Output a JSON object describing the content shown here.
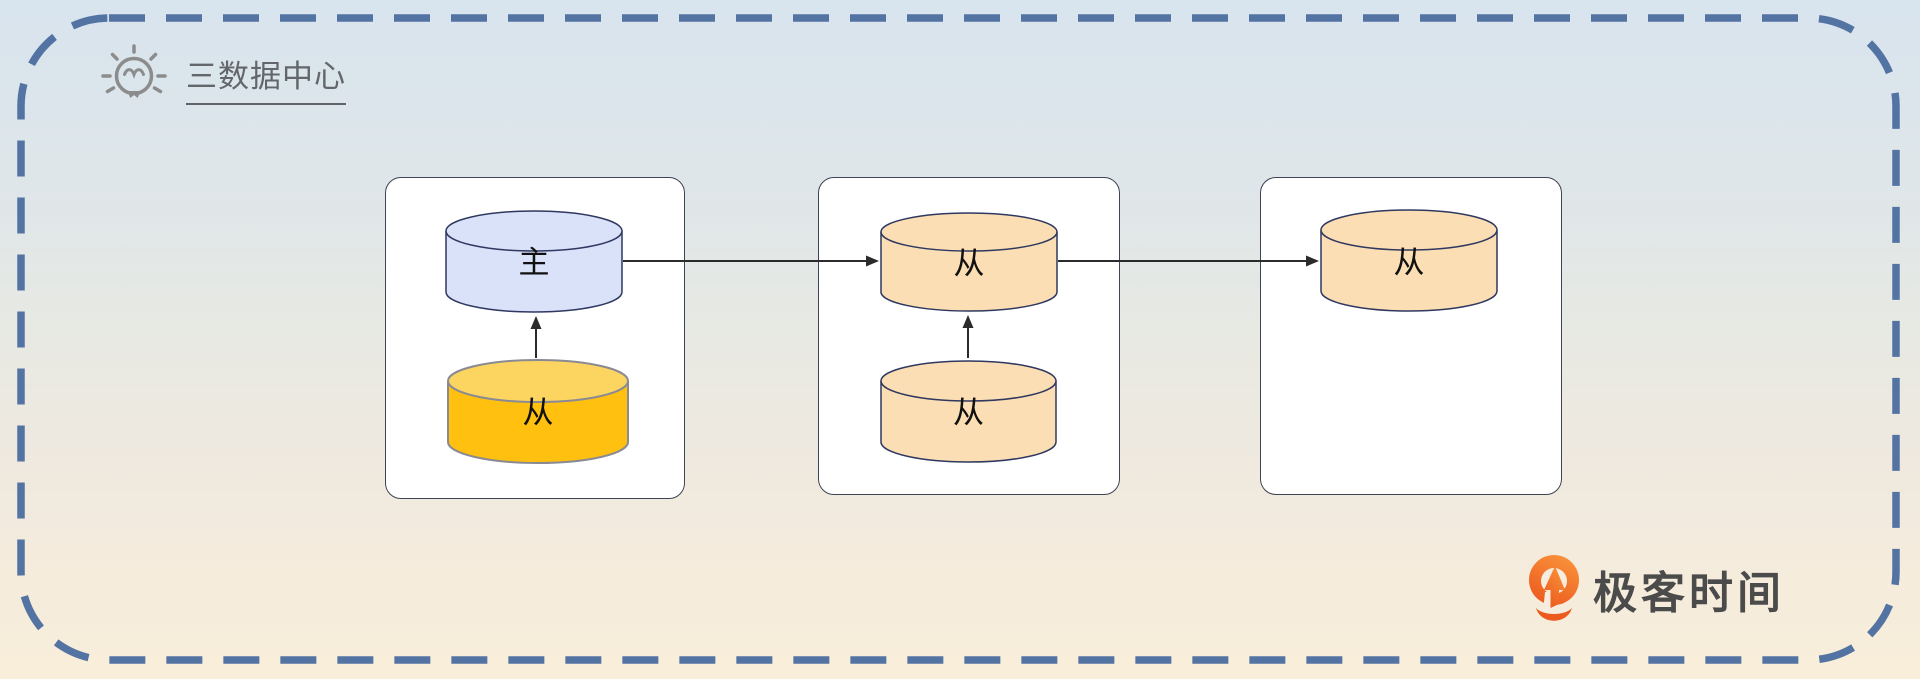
{
  "header": {
    "title": "三数据中心",
    "icon": "lightbulb-icon"
  },
  "diagram": {
    "type": "architecture-diagram",
    "datacenters": [
      {
        "nodes": [
          {
            "label": "主",
            "shape": "database-cylinder",
            "style": "blue"
          },
          {
            "label": "从",
            "shape": "database-cylinder",
            "style": "gold-highlight"
          }
        ]
      },
      {
        "nodes": [
          {
            "label": "从",
            "shape": "database-cylinder",
            "style": "peach"
          },
          {
            "label": "从",
            "shape": "database-cylinder",
            "style": "peach"
          }
        ]
      },
      {
        "nodes": [
          {
            "label": "从",
            "shape": "database-cylinder",
            "style": "peach"
          }
        ]
      }
    ],
    "arrows": [
      {
        "from": "datacenter1.主",
        "to": "datacenter2.从-top",
        "direction": "right"
      },
      {
        "from": "datacenter2.从-top",
        "to": "datacenter3.从",
        "direction": "right"
      },
      {
        "from": "datacenter1.从",
        "to": "datacenter1.主",
        "direction": "up"
      },
      {
        "from": "datacenter2.从-bottom",
        "to": "datacenter2.从-top",
        "direction": "up"
      }
    ]
  },
  "branding": {
    "logo_text": "极客时间",
    "logo_icon": "geektime-pin-icon"
  },
  "colors": {
    "background_top": "#d8e4ee",
    "background_bottom": "#f8eeda",
    "frame_dash": "#5373a3",
    "box_fill": "#ffffff",
    "box_border": "#3f4455",
    "cylinder_blue": "#d9e2f8",
    "cylinder_peach": "#fbdeb3",
    "cylinder_gold_body": "#ffc010",
    "cylinder_gold_top": "#fcd561",
    "cylinder_dark_border": "#2f3860",
    "cylinder_gold_border": "#8a8a94",
    "arrow": "#2b2b2b",
    "title_text": "#63676b",
    "logo_text": "#4b4b4b",
    "logo_orange_light": "#f9923a",
    "logo_orange_dark": "#ec5a1e"
  }
}
